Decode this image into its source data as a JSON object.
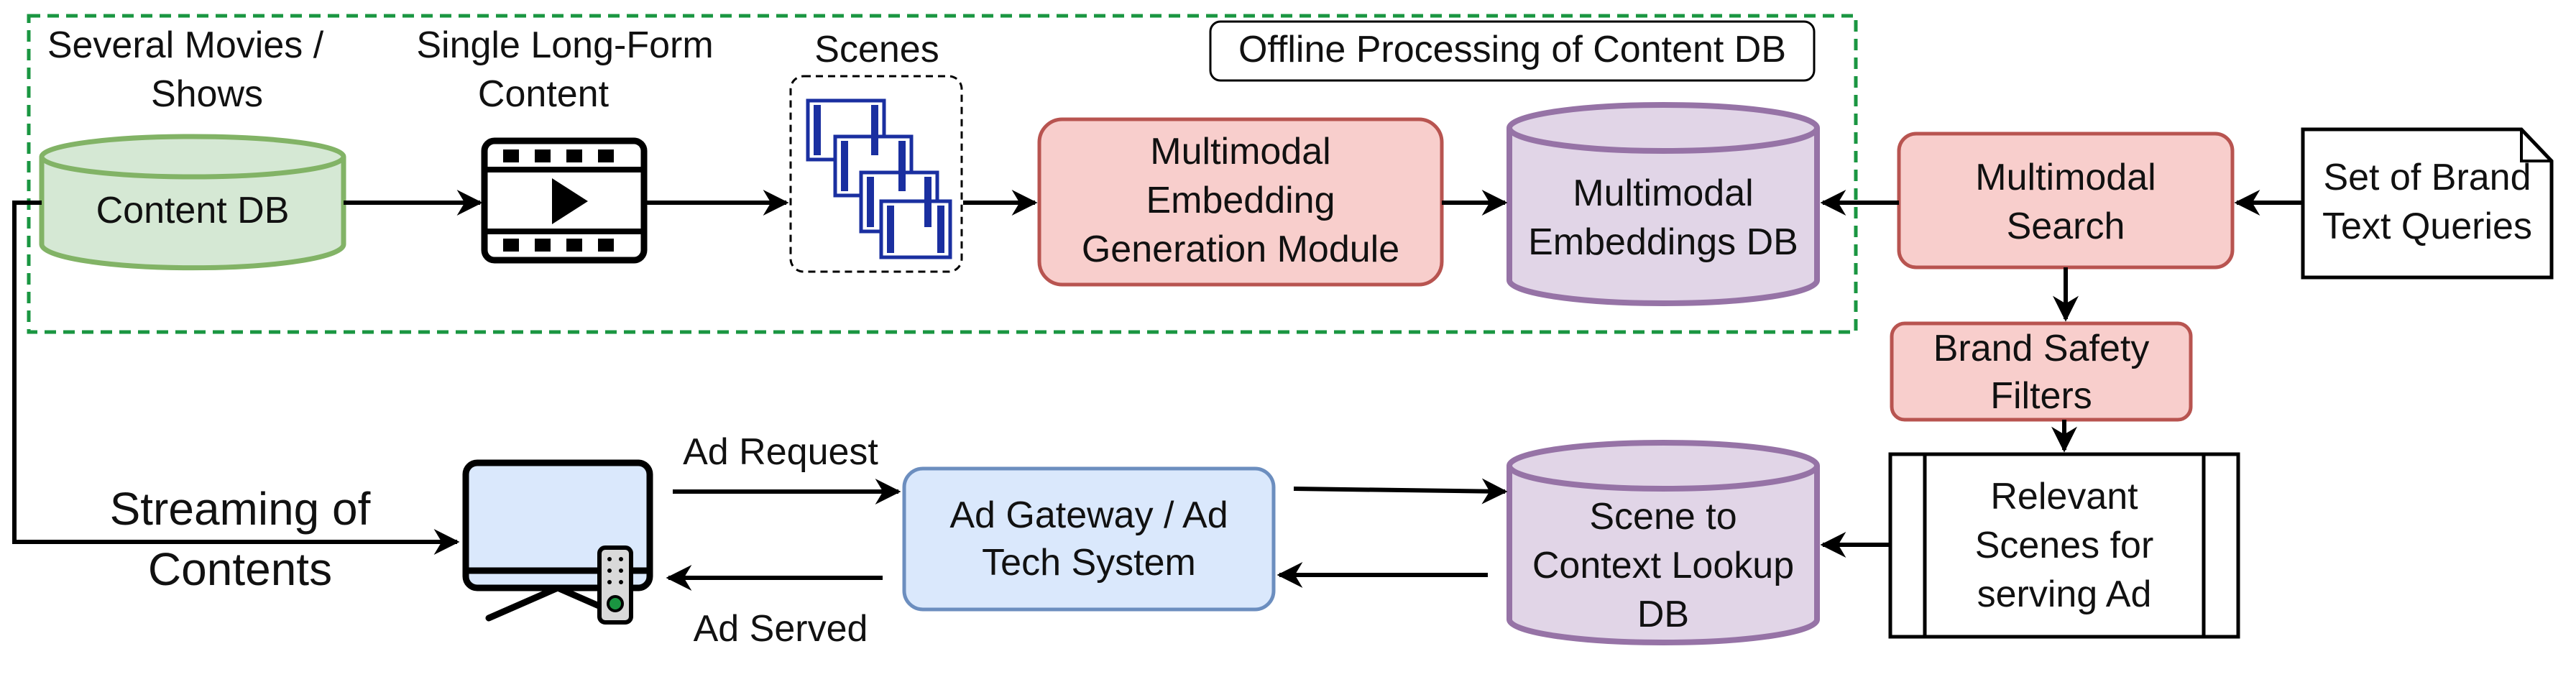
{
  "region": {
    "label": "Offline Processing of Content DB"
  },
  "labels": {
    "several_movies_1": "Several Movies /",
    "several_movies_2": "Shows",
    "single_long_form_1": "Single Long-Form",
    "single_long_form_2": "Content",
    "scenes": "Scenes",
    "streaming_1": "Streaming of",
    "streaming_2": "Contents",
    "ad_request": "Ad Request",
    "ad_served": "Ad Served"
  },
  "nodes": {
    "content_db": "Content DB",
    "embed_gen_1": "Multimodal",
    "embed_gen_2": "Embedding",
    "embed_gen_3": "Generation Module",
    "embed_db_1": "Multimodal",
    "embed_db_2": "Embeddings DB",
    "search_1": "Multimodal",
    "search_2": "Search",
    "brand_queries_1": "Set of Brand",
    "brand_queries_2": "Text Queries",
    "safety_1": "Brand Safety",
    "safety_2": "Filters",
    "relevant_1": "Relevant",
    "relevant_2": "Scenes for",
    "relevant_3": "serving Ad",
    "lookup_1": "Scene to",
    "lookup_2": "Context Lookup",
    "lookup_3": "DB",
    "gateway_1": "Ad Gateway / Ad",
    "gateway_2": "Tech System"
  },
  "colors": {
    "green_fill": "#d5e8d4",
    "green_stroke": "#82b366",
    "red_fill": "#f8cecc",
    "red_stroke": "#b85450",
    "purple_fill": "#e1d5e7",
    "purple_stroke": "#9673a6",
    "blue_fill": "#dae8fc",
    "blue_stroke": "#6c8ebf",
    "dashed_green": "#1a9641",
    "film_blue": "#1a2fa0"
  },
  "icons": {
    "film": "film-clapper-play-icon",
    "scenes": "film-strip-stack-icon",
    "tv": "television-remote-icon"
  }
}
